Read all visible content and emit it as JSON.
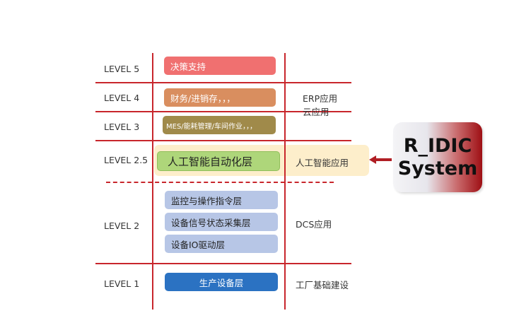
{
  "levels": [
    {
      "label": "LEVEL 5",
      "boxes": [
        "决策支持"
      ]
    },
    {
      "label": "LEVEL 4",
      "boxes": [
        "财务/进销存，，，"
      ]
    },
    {
      "label": "LEVEL 3",
      "boxes": [
        "MES/能耗管理/车间作业，，，"
      ]
    },
    {
      "label": "LEVEL 2.5",
      "boxes": [
        "人工智能自动化层"
      ]
    },
    {
      "label": "LEVEL 2",
      "boxes": [
        "监控与操作指令层",
        "设备信号状态采集层",
        "设备IO驱动层"
      ]
    },
    {
      "label": "LEVEL 1",
      "boxes": [
        "生产设备层"
      ]
    }
  ],
  "applications": {
    "erp_line1": "ERP应用",
    "erp_line2": "云应用",
    "ai": "人工智能应用",
    "dcs": "DCS应用",
    "factory": "工厂基础建设"
  },
  "system_badge": {
    "line1": "R_IDIC",
    "line2": "System"
  },
  "colors": {
    "level5": "#f07070",
    "level4": "#d98e5f",
    "level3": "#a08a4a",
    "level25_fill": "#aed67a",
    "level25_band": "#fdeecb",
    "level2": "#b7c6e6",
    "level1": "#2b72c2",
    "lines": "#c8262c"
  }
}
